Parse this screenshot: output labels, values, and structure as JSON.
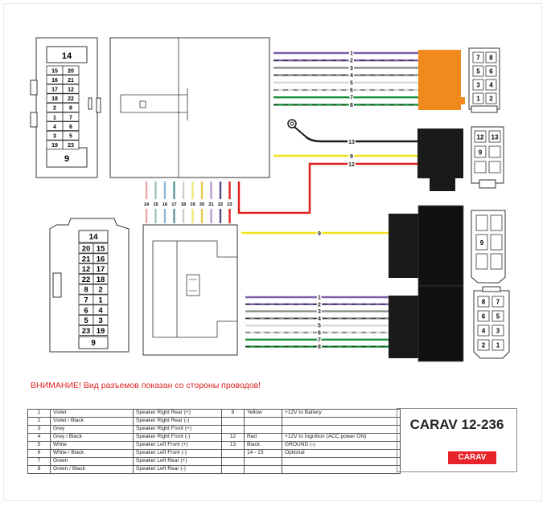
{
  "top_left_connector": {
    "big_top": "14",
    "pairs": [
      [
        "15",
        "20"
      ],
      [
        "16",
        "21"
      ],
      [
        "17",
        "12"
      ],
      [
        "18",
        "22"
      ],
      [
        "2",
        "8"
      ],
      [
        "1",
        "7"
      ],
      [
        "4",
        "6"
      ],
      [
        "3",
        "5"
      ],
      [
        "19",
        "23"
      ]
    ],
    "big_bottom": "9"
  },
  "bottom_left_connector": {
    "big_top": "14",
    "pairs": [
      [
        "20",
        "15"
      ],
      [
        "21",
        "16"
      ],
      [
        "12",
        "17"
      ],
      [
        "22",
        "18"
      ],
      [
        "8",
        "2"
      ],
      [
        "7",
        "1"
      ],
      [
        "6",
        "4"
      ],
      [
        "5",
        "3"
      ],
      [
        "23",
        "19"
      ]
    ],
    "big_bottom": "9"
  },
  "numbered_wires_14_23": [
    "14",
    "15",
    "16",
    "17",
    "18",
    "19",
    "20",
    "21",
    "22",
    "23"
  ],
  "top_speaker_wires": [
    "1",
    "2",
    "3",
    "4",
    "5",
    "6",
    "7",
    "8"
  ],
  "power_wires": [
    "13",
    "9",
    "12"
  ],
  "middle_wire": "9",
  "bottom_speaker_wires": [
    "1",
    "2",
    "3",
    "4",
    "5",
    "6",
    "7",
    "8"
  ],
  "conn_a_pins": [
    "7",
    "8",
    "5",
    "6",
    "3",
    "4",
    "1",
    "2"
  ],
  "conn_b_pins": [
    "12",
    "13",
    "9"
  ],
  "conn_c_pins": [
    "9"
  ],
  "conn_d_pins": [
    "8",
    "7",
    "6",
    "5",
    "4",
    "3",
    "2",
    "1"
  ],
  "warning": "ВНИМАНИЕ! Вид разъемов показан со стороны проводов!",
  "table": [
    [
      "1",
      "Violet",
      "Speaker Right Rear (+)",
      "9",
      "Yellow",
      "+12V to Battery"
    ],
    [
      "2",
      "Violet / Black",
      "Speaker Right Rear (-)",
      "",
      "",
      ""
    ],
    [
      "3",
      "Grey",
      "Speaker Right Front (+)",
      "",
      "",
      ""
    ],
    [
      "4",
      "Grey / Black",
      "Speaker Right Front (-)",
      "12",
      "Red",
      "+12V to Ingnition (ACC power ON)"
    ],
    [
      "5",
      "White",
      "Speaker Left Front (+)",
      "13",
      "Black",
      "GROUND (-)"
    ],
    [
      "6",
      "White / Black",
      "Speaker Left Front (-)",
      "",
      "14 - 23",
      "Optional"
    ],
    [
      "7",
      "Green",
      "Speaker Left Rear (+)",
      "",
      "",
      ""
    ],
    [
      "8",
      "Green / Black",
      "Speaker Left Rear (-)",
      "",
      "",
      ""
    ]
  ],
  "model": "CARAV 12-236",
  "brand": "CARAV",
  "colors": {
    "violet": "#7b5ea7",
    "grey": "#8a8a8a",
    "white": "#d8d8d8",
    "green": "#1a8f3a",
    "yellow": "#f2e21a",
    "red": "#e0201b",
    "black": "#1a1a1a",
    "orange": "#f08a1c",
    "brand_red": "#e8232a"
  }
}
